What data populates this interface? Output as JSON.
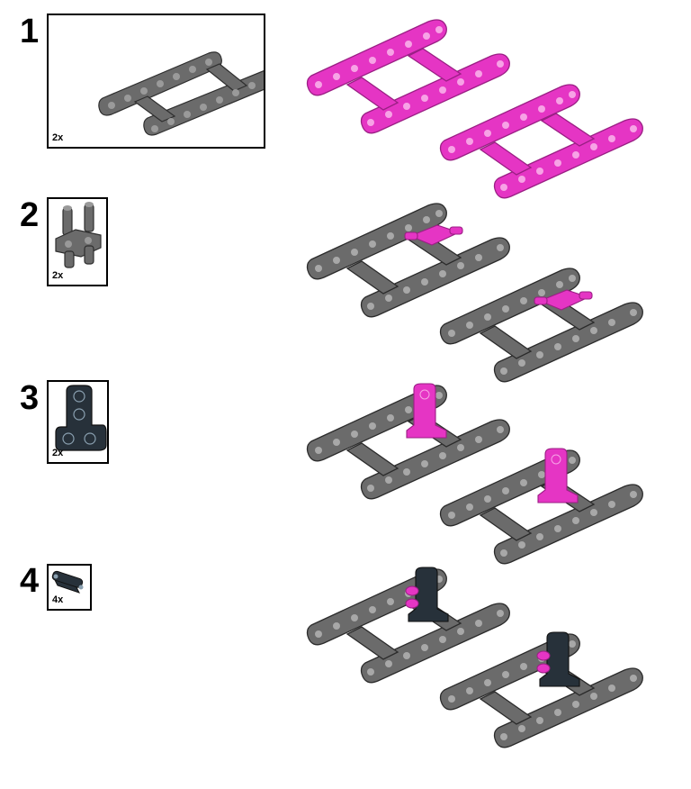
{
  "steps": [
    {
      "number": "1",
      "quantity": "2x",
      "part_icon": "frame-icon",
      "new_part_color": "#e535c4"
    },
    {
      "number": "2",
      "quantity": "2x",
      "part_icon": "pin-connector-icon",
      "new_part_color": "#e535c4"
    },
    {
      "number": "3",
      "quantity": "2x",
      "part_icon": "t-beam-icon",
      "new_part_color": "#e535c4"
    },
    {
      "number": "4",
      "quantity": "4x",
      "part_icon": "axle-pin-icon",
      "new_part_color": "#e535c4"
    }
  ],
  "colors": {
    "frame_gray": "#6b6b6b",
    "highlight_magenta": "#e535c4",
    "dark_part": "#27313a"
  }
}
